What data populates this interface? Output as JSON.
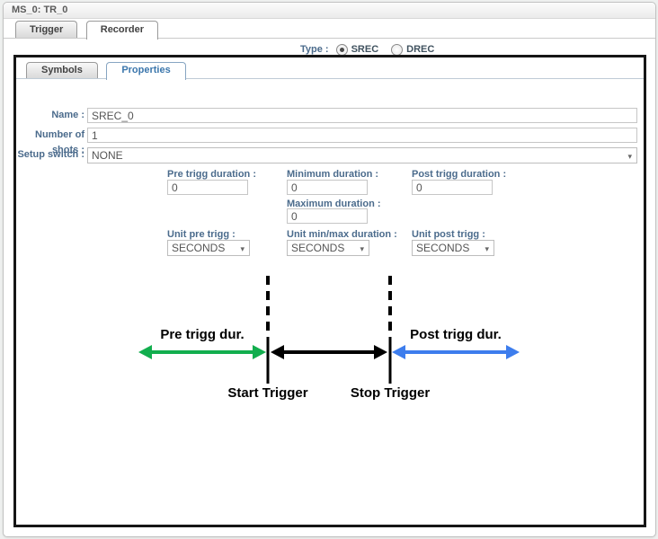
{
  "window": {
    "title": "MS_0: TR_0"
  },
  "tabs": [
    {
      "label": "Trigger",
      "active": false
    },
    {
      "label": "Recorder",
      "active": true
    }
  ],
  "type_row": {
    "label": "Type :",
    "options": [
      {
        "label": "SREC",
        "selected": true
      },
      {
        "label": "DREC",
        "selected": false
      }
    ]
  },
  "inner_tabs": [
    {
      "label": "Symbols",
      "active": false
    },
    {
      "label": "Properties",
      "active": true
    }
  ],
  "form": {
    "name": {
      "label": "Name :",
      "value": "SREC_0"
    },
    "shots": {
      "label": "Number of shots :",
      "value": "1"
    },
    "setup_switch": {
      "label": "Setup switch :",
      "value": "NONE"
    },
    "pre_trigg": {
      "label": "Pre trigg duration :",
      "value": "0"
    },
    "min_duration": {
      "label": "Minimum duration :",
      "value": "0"
    },
    "max_duration": {
      "label": "Maximum duration :",
      "value": "0"
    },
    "post_trigg": {
      "label": "Post trigg duration :",
      "value": "0"
    },
    "unit_pre": {
      "label": "Unit pre trigg :",
      "value": "SECONDS"
    },
    "unit_minmax": {
      "label": "Unit min/max duration :",
      "value": "SECONDS"
    },
    "unit_post": {
      "label": "Unit post trigg :",
      "value": "SECONDS"
    }
  },
  "icons": {
    "chevron": "▾"
  },
  "diagram": {
    "pre_label": "Pre trigg dur.",
    "post_label": "Post trigg dur.",
    "start_label": "Start Trigger",
    "stop_label": "Stop Trigger",
    "pre_color": "#12ae4e",
    "post_color": "#3d7ded",
    "axis_color": "#000000"
  }
}
